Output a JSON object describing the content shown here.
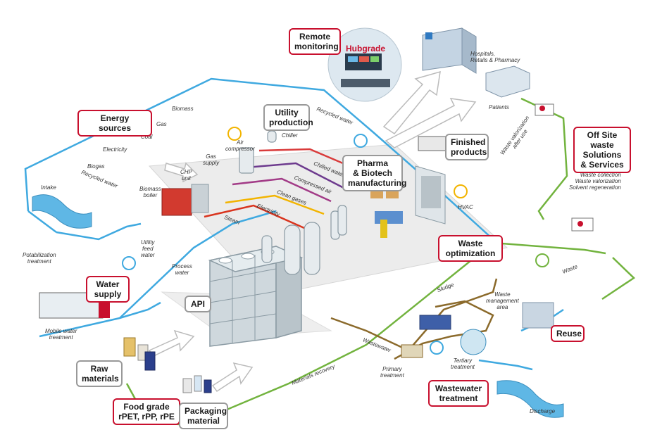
{
  "callouts": {
    "remote_monitoring": [
      "Remote",
      "monitoring"
    ],
    "energy_sources": [
      "Energy sources"
    ],
    "utility_production": [
      "Utility",
      "production"
    ],
    "finished_products": [
      "Finished",
      "products"
    ],
    "pharma": [
      "Pharma",
      "& Biotech",
      "manufacturing"
    ],
    "offsite": [
      "Off Site",
      "waste",
      "Solutions",
      "& Services"
    ],
    "waste_optimization": [
      "Waste",
      "optimization"
    ],
    "water_supply": [
      "Water",
      "supply"
    ],
    "api": [
      "API"
    ],
    "reuse": [
      "Reuse"
    ],
    "raw_materials": [
      "Raw",
      "materials"
    ],
    "food_grade": [
      "Food grade",
      "rPET, rPP, rPE"
    ],
    "packaging": [
      "Packaging",
      "material"
    ],
    "wastewater_treatment": [
      "Wastewater",
      "treatment"
    ]
  },
  "brand": {
    "hubgrade": "Hubgrade"
  },
  "labels": {
    "hospitals": [
      "Hospitals,",
      "Retails & Pharmacy"
    ],
    "patients": "Patients",
    "biomass": "Biomass",
    "gas": "Gas",
    "coal": "Coal",
    "electricity_src": "Electricity",
    "biogas": "Biogas",
    "recycled_water_left": "Recycled water",
    "recycled_water_top": "Recycled water",
    "intake": "Intake",
    "air_compressor": [
      "Air",
      "compressor"
    ],
    "gas_supply": [
      "Gas",
      "supply"
    ],
    "chp_unit": [
      "CHP",
      "unit"
    ],
    "biomass_boiler": [
      "Biomass",
      "boiler"
    ],
    "chiller": "Chiller",
    "chilled_water": "Chilled water",
    "compressed_air": "Compressed air",
    "clean_gases": "Clean gases",
    "electricity_line": "Electricity",
    "steam": "Steam",
    "hvac": "HVAC",
    "waste_valorization_after_use": [
      "Waste valorization",
      "after use"
    ],
    "offsite_sub": [
      "Waste collection",
      "Waste valorization",
      "Solvent regeneration"
    ],
    "potabilization": [
      "Potabilization",
      "treatment"
    ],
    "utility_feed_water": [
      "Utility",
      "feed",
      "water"
    ],
    "process_water": [
      "Process",
      "water"
    ],
    "waste": "Waste",
    "waste_management_area": [
      "Waste",
      "management",
      "area"
    ],
    "sludge": "Sludge",
    "mobile_water": [
      "Mobile water",
      "treatment"
    ],
    "wastewater": "Wastewater",
    "primary_treatment": [
      "Primary",
      "treatment"
    ],
    "tertiary_treatment": [
      "Tertiary",
      "treatment"
    ],
    "materials_recovery": "Materials recovery",
    "discharge": "Discharge"
  },
  "colors": {
    "callout_border_red": "#c8102e",
    "callout_border_grey": "#999999",
    "water_line": "#3fa9e0",
    "green_line": "#72b33e",
    "sludge_line": "#8b6a2b",
    "steam_line": "#d9341e",
    "electricity_line": "#f2b400",
    "compressed_air_line": "#6d3a8e",
    "clean_gases_line": "#a23b87",
    "chilled_water_line": "#d93b3b",
    "floor": "#ececec"
  }
}
